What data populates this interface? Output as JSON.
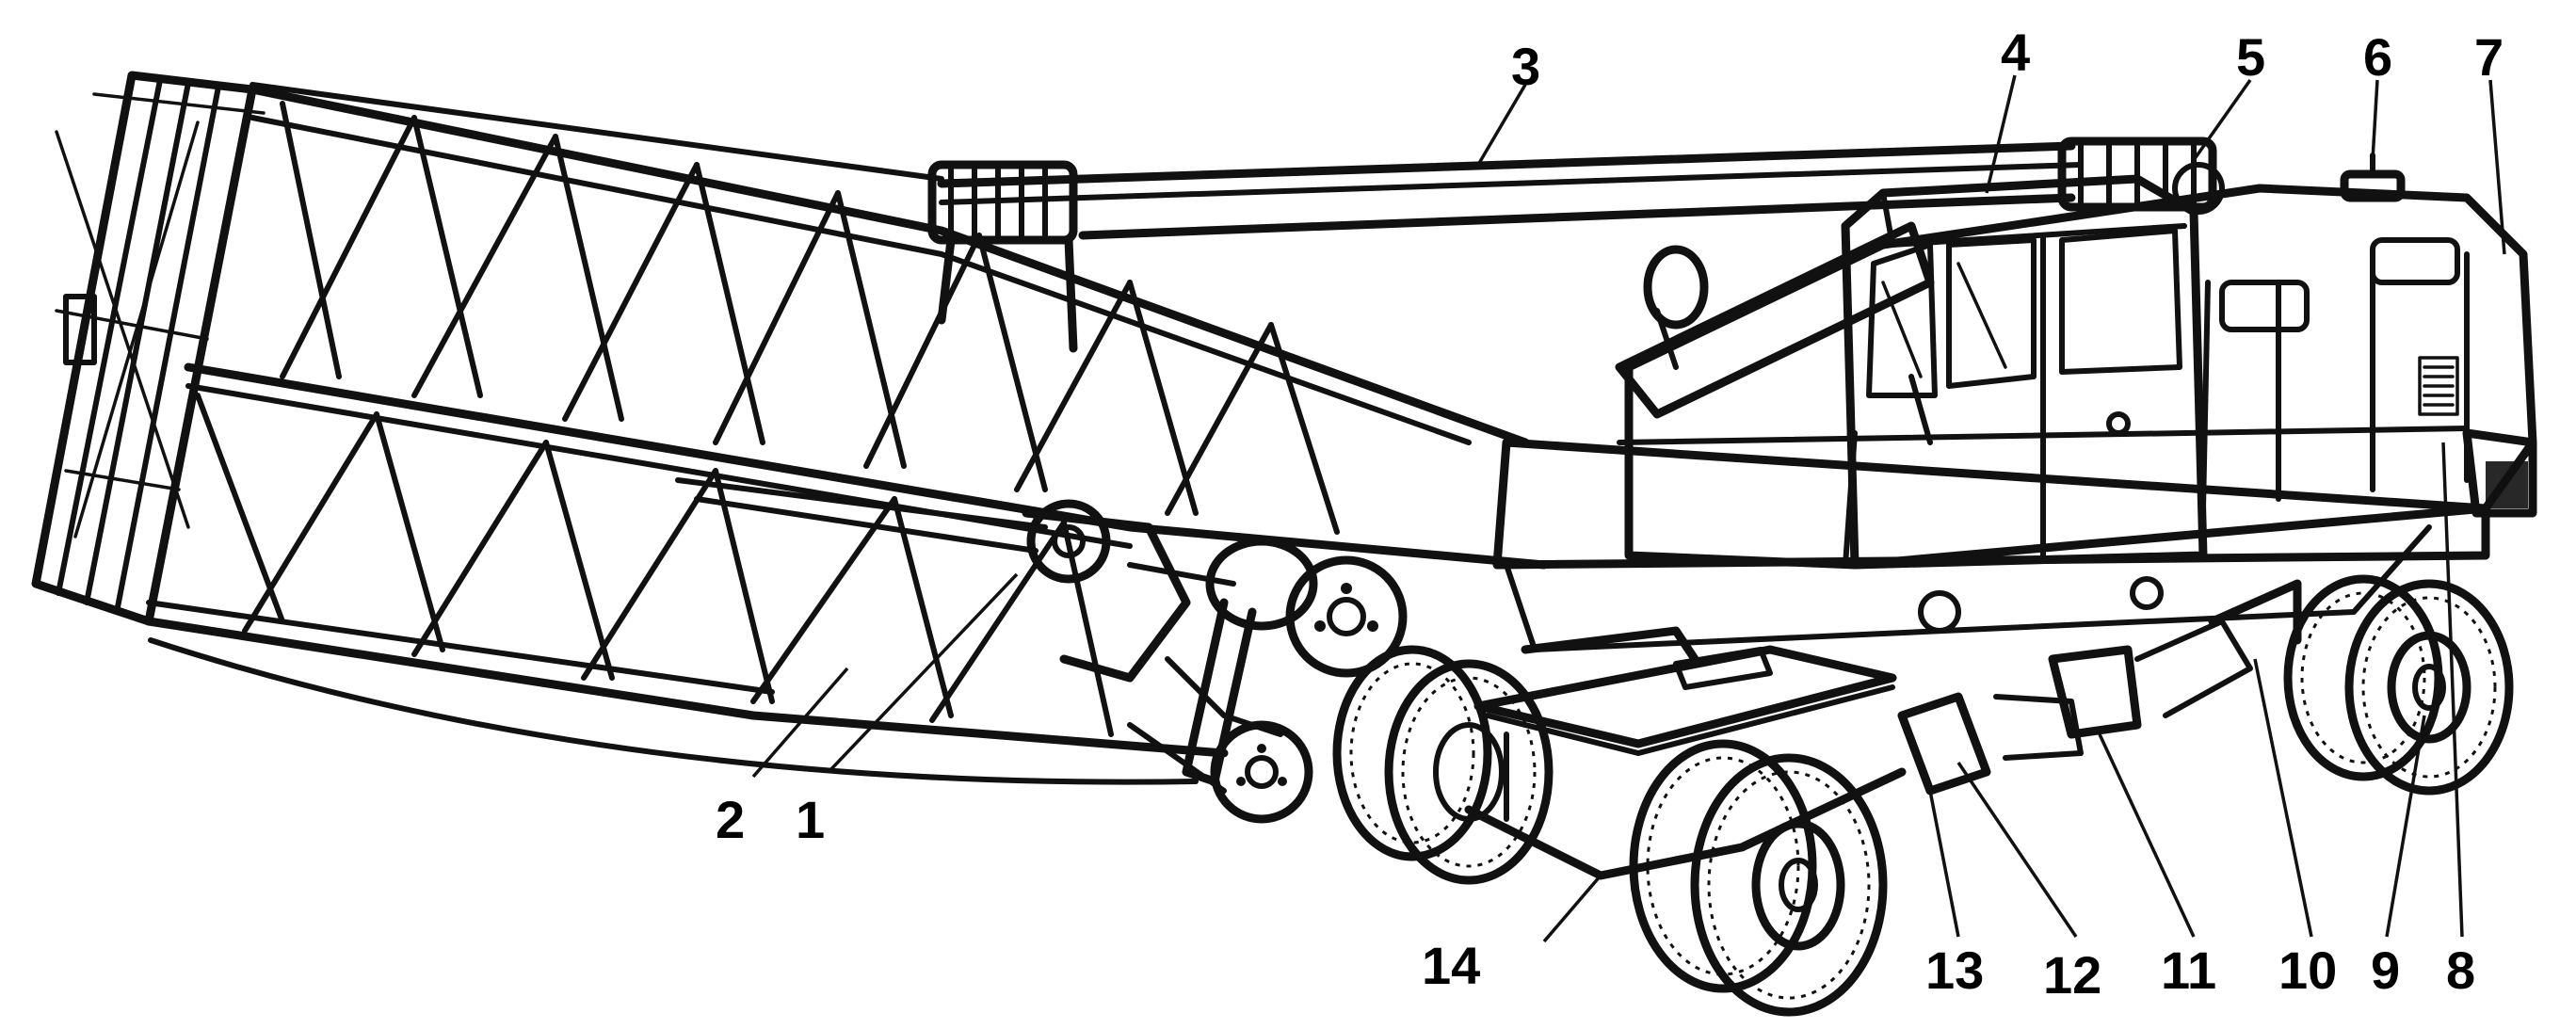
{
  "diagram": {
    "subject": "truck-mounted lattice boom crane",
    "ink_color": "#111111",
    "background": "#ffffff"
  },
  "callouts": [
    {
      "id": "c1",
      "label": "1"
    },
    {
      "id": "c2",
      "label": "2"
    },
    {
      "id": "c3",
      "label": "3"
    },
    {
      "id": "c4",
      "label": "4"
    },
    {
      "id": "c5",
      "label": "5"
    },
    {
      "id": "c6",
      "label": "6"
    },
    {
      "id": "c7",
      "label": "7"
    },
    {
      "id": "c8",
      "label": "8"
    },
    {
      "id": "c9",
      "label": "9"
    },
    {
      "id": "c10",
      "label": "10"
    },
    {
      "id": "c11",
      "label": "11"
    },
    {
      "id": "c12",
      "label": "12"
    },
    {
      "id": "c13",
      "label": "13"
    },
    {
      "id": "c14",
      "label": "14"
    }
  ]
}
